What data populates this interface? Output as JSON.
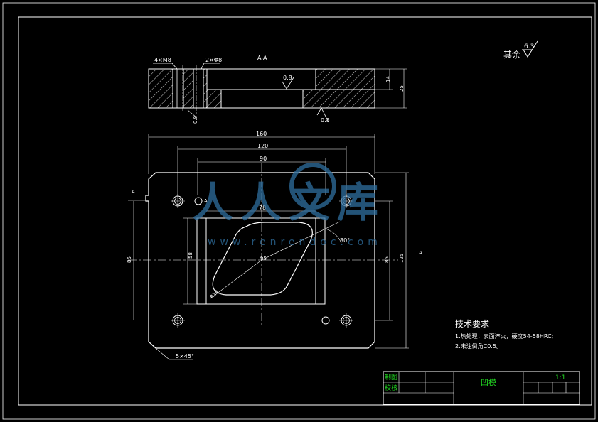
{
  "surface_finish": {
    "label": "其余",
    "value": "6.3"
  },
  "section": {
    "title": "A-A",
    "hole_note_1": "4×M8",
    "hole_note_2": "2×Φ8",
    "roughness_top": "0.8",
    "roughness_bottom": "0.8",
    "dim_depth": "14",
    "dim_thickness": "25",
    "dim_small": "0.8"
  },
  "plan": {
    "dim_width_overall": "160",
    "dim_width_holes": "120",
    "dim_width_pocket": "90",
    "dim_pocket_inner": "78",
    "dim_height_holes": "85",
    "dim_height_pocket": "58",
    "dim_height_inner": "85",
    "dim_height_overall": "125",
    "dim_angle": "30°",
    "dim_radius": "R10",
    "dim_center": "Φ5",
    "chamfer": "5×45°",
    "section_mark_left": "A",
    "section_mark_right": "A",
    "section_mark_hole": "A"
  },
  "watermark": {
    "text": "人人文库",
    "url": "www.renrendoc.com"
  },
  "tech_requirements": {
    "title": "技术要求",
    "item1": "1.热处理：表面淬火，硬度54-58HRC;",
    "item2": "2.未注倒角C0.5。"
  },
  "title_block": {
    "drawn_label": "制图",
    "checked_label": "校核",
    "part_name": "凹模",
    "scale": "1:1"
  },
  "colors": {
    "line": "#ffffff",
    "label_green": "#22dd22",
    "watermark": "#2f6f9f"
  }
}
